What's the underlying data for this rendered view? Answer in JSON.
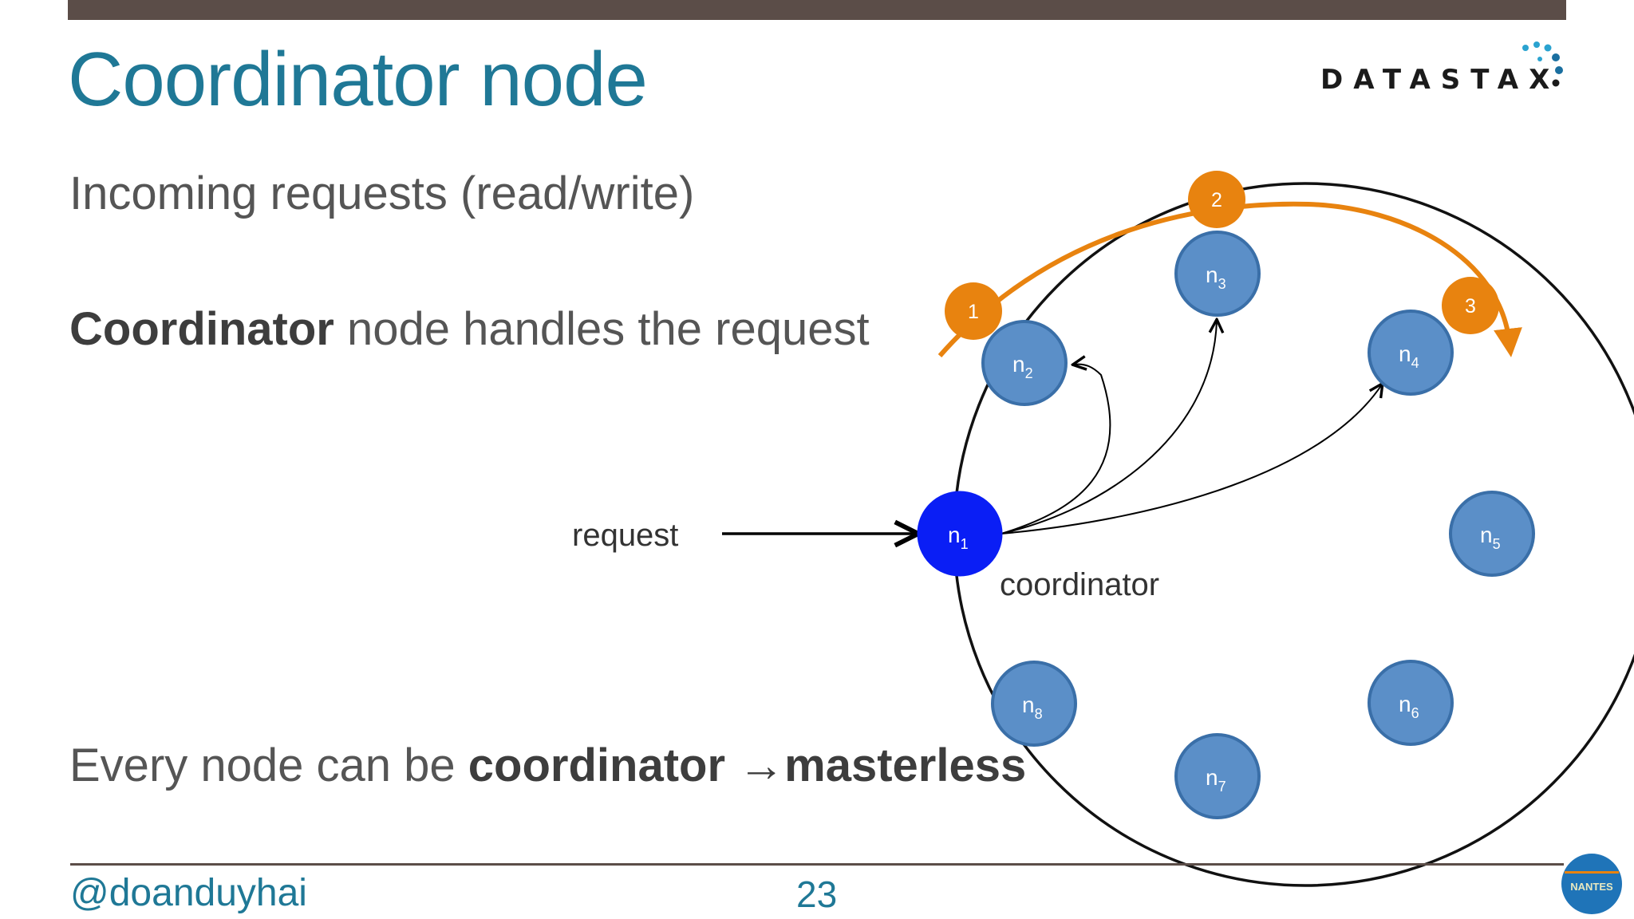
{
  "slide": {
    "title": "Coordinator node",
    "logo_text": "DATASTAX",
    "bullets": [
      {
        "text": "Incoming requests (read/write)"
      },
      {
        "bold": "Coordinator",
        "text": " node handles the request"
      },
      {
        "text": "Every node can be ",
        "bold": "coordinator →masterless"
      }
    ],
    "footer": {
      "handle": "@doanduyhai",
      "page_number": "23",
      "badge_text": "NANTES"
    }
  },
  "diagram": {
    "request_label": "request",
    "coordinator_label": "coordinator",
    "nodes": [
      {
        "letter": "n",
        "sub": "1",
        "color": "#0a1ef5"
      },
      {
        "letter": "n",
        "sub": "2",
        "color": "#5b8fc8"
      },
      {
        "letter": "n",
        "sub": "3",
        "color": "#5b8fc8"
      },
      {
        "letter": "n",
        "sub": "4",
        "color": "#5b8fc8"
      },
      {
        "letter": "n",
        "sub": "5",
        "color": "#5b8fc8"
      },
      {
        "letter": "n",
        "sub": "6",
        "color": "#5b8fc8"
      },
      {
        "letter": "n",
        "sub": "7",
        "color": "#5b8fc8"
      },
      {
        "letter": "n",
        "sub": "8",
        "color": "#5b8fc8"
      }
    ],
    "replica_markers": [
      "1",
      "2",
      "3"
    ],
    "colors": {
      "accent": "#e8830f",
      "title": "#1f7896",
      "node": "#5b8fc8",
      "coordinator": "#0a1ef5",
      "node_border": "#3a6fa8"
    }
  }
}
